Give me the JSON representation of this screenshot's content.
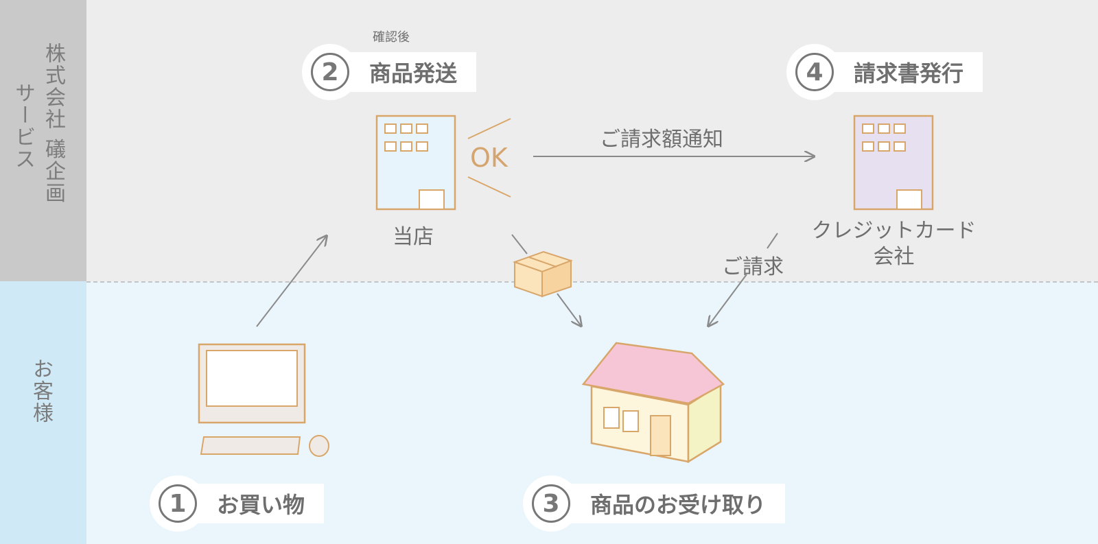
{
  "side": {
    "top_label": "株式会社 礒企画 サービス",
    "top_col1": "株式会社 礒企画",
    "top_col2": "サービス",
    "bottom_label": "お客様"
  },
  "steps": [
    {
      "num": "1",
      "label": "お買い物"
    },
    {
      "num": "2",
      "label": "商品発送"
    },
    {
      "num": "3",
      "label": "商品のお受け取り"
    },
    {
      "num": "4",
      "label": "請求書発行"
    }
  ],
  "labels": {
    "confirm_after": "確認後",
    "store": "当店",
    "ok": "OK",
    "notify": "ご請求額通知",
    "card_company_1": "クレジットカード",
    "card_company_2": "会社",
    "billing": "ご請求"
  },
  "colors": {
    "orange_outline": "#d9a66a",
    "store_fill": "#e8f4fb",
    "card_fill": "#e6e0f0",
    "roof_pink": "#f7c6d6",
    "house_wall": "#fdf6dc",
    "box_fill": "#fbe3bb",
    "arrow": "#8a8a8a"
  }
}
